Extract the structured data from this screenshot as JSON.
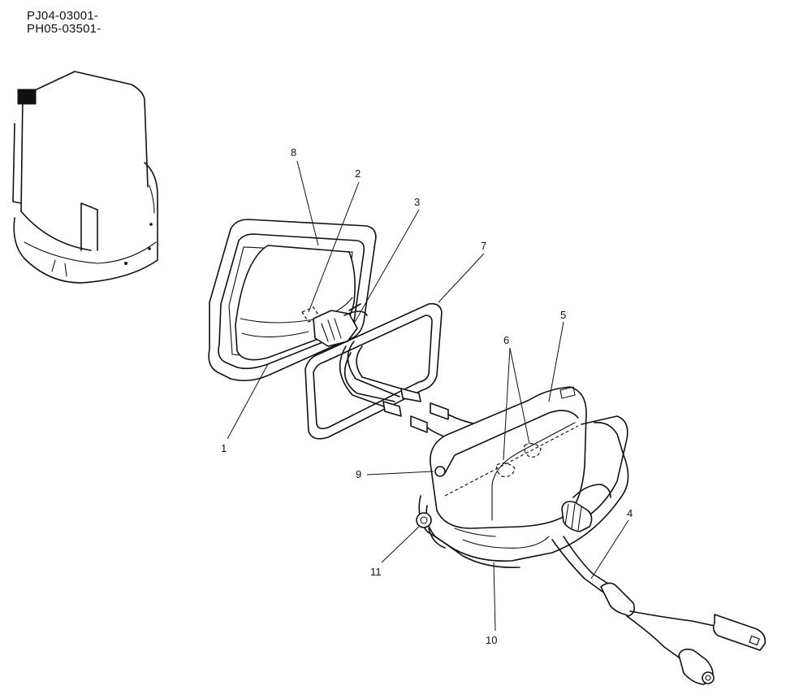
{
  "serial_numbers": [
    "PJ04-03001-",
    "PH05-03501-"
  ],
  "callouts": {
    "c1": "1",
    "c2": "2",
    "c3": "3",
    "c4": "4",
    "c5": "5",
    "c6": "6",
    "c7": "7",
    "c8": "8",
    "c9": "9",
    "c10": "10",
    "c11": "11"
  },
  "icons": {
    "machine": "machine-cab-location-icon",
    "lamp": "work-lamp-assembly-icon"
  },
  "colors": {
    "line": "#111111",
    "background": "#ffffff"
  }
}
